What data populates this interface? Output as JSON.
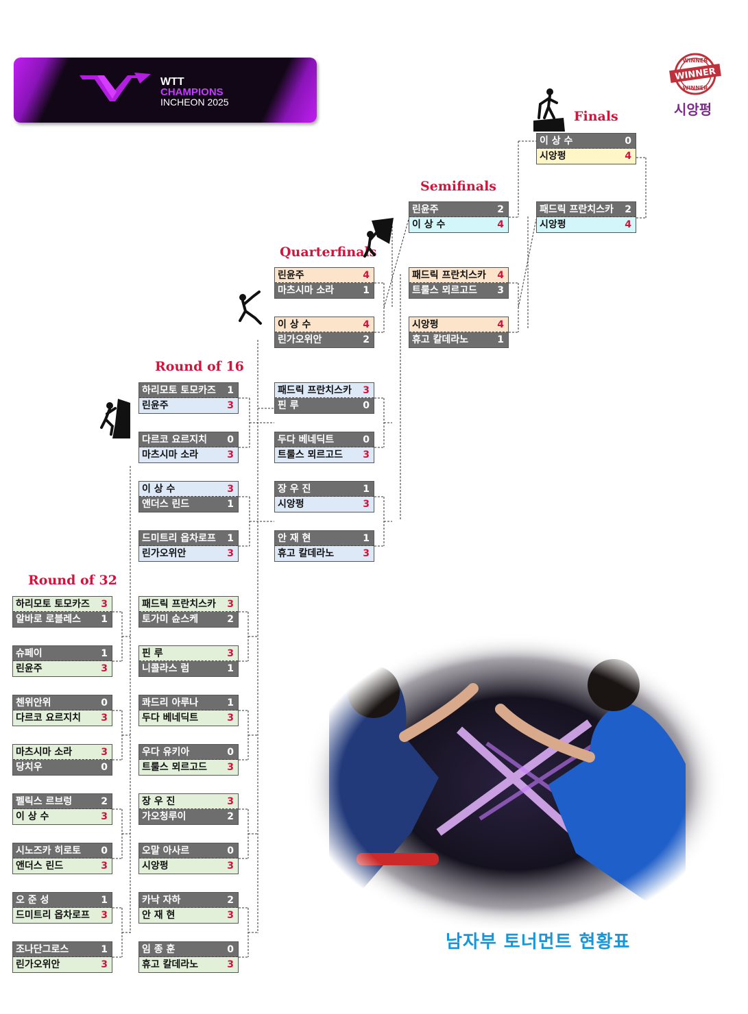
{
  "banner": {
    "line1": "WTT",
    "line2": "CHAMPIONS",
    "line3": "INCHEON 2025"
  },
  "champion": {
    "stamp_top": "WINNER",
    "stamp_mid": "WINNER",
    "stamp_bottom": "WINNER",
    "name": "시앙펑"
  },
  "rounds": {
    "r32": "Round of 32",
    "r16": "Round of 16",
    "qf": "Quarterfinals",
    "sf": "Semifinals",
    "final": "Finals"
  },
  "matches": {
    "r32": [
      {
        "p1": "하리모토 토모카즈",
        "s1": "3",
        "p2": "알바로 로블레스",
        "s2": "1",
        "winner": 1
      },
      {
        "p1": "슈페이",
        "s1": "1",
        "p2": "린윤주",
        "s2": "3",
        "winner": 2
      },
      {
        "p1": "첸위안위",
        "s1": "0",
        "p2": "다르코 요르지치",
        "s2": "3",
        "winner": 2
      },
      {
        "p1": "마츠시마 소라",
        "s1": "3",
        "p2": "당치우",
        "s2": "0",
        "winner": 1
      },
      {
        "p1": "펠릭스 르브렁",
        "s1": "2",
        "p2": "이 상 수",
        "s2": "3",
        "winner": 2
      },
      {
        "p1": "시노즈카 히로토",
        "s1": "0",
        "p2": "앤더스 린드",
        "s2": "3",
        "winner": 2
      },
      {
        "p1": "오 준 성",
        "s1": "1",
        "p2": "드미트리 옵차로프",
        "s2": "3",
        "winner": 2
      },
      {
        "p1": "조나단그로스",
        "s1": "1",
        "p2": "린가오위안",
        "s2": "3",
        "winner": 2
      },
      {
        "p1": "패드릭 프란치스카",
        "s1": "3",
        "p2": "토가미 슌스케",
        "s2": "2",
        "winner": 1
      },
      {
        "p1": "핀 루",
        "s1": "3",
        "p2": "니콜라스 럼",
        "s2": "1",
        "winner": 1
      },
      {
        "p1": "콰드리 아루나",
        "s1": "1",
        "p2": "두다 베네딕트",
        "s2": "3",
        "winner": 2
      },
      {
        "p1": "우다 유키아",
        "s1": "0",
        "p2": "트룰스 뫼르고드",
        "s2": "3",
        "winner": 2
      },
      {
        "p1": "장 우 진",
        "s1": "3",
        "p2": "가오청루이",
        "s2": "2",
        "winner": 1
      },
      {
        "p1": "오말 아사르",
        "s1": "0",
        "p2": "시앙펑",
        "s2": "3",
        "winner": 2
      },
      {
        "p1": "카낙 자하",
        "s1": "2",
        "p2": "안 재 현",
        "s2": "3",
        "winner": 2
      },
      {
        "p1": "임 종 훈",
        "s1": "0",
        "p2": "휴고 칼데라노",
        "s2": "3",
        "winner": 2
      }
    ],
    "r16": [
      {
        "p1": "하리모토 토모카즈",
        "s1": "1",
        "p2": "린윤주",
        "s2": "3",
        "winner": 2
      },
      {
        "p1": "다르코 요르지치",
        "s1": "0",
        "p2": "마츠시마 소라",
        "s2": "3",
        "winner": 2
      },
      {
        "p1": "이 상 수",
        "s1": "3",
        "p2": "앤더스 린드",
        "s2": "1",
        "winner": 1
      },
      {
        "p1": "드미트리 옵차로프",
        "s1": "1",
        "p2": "린가오위안",
        "s2": "3",
        "winner": 2
      },
      {
        "p1": "패드릭 프란치스카",
        "s1": "3",
        "p2": "핀 루",
        "s2": "0",
        "winner": 1
      },
      {
        "p1": "두다 베네딕트",
        "s1": "0",
        "p2": "트룰스 뫼르고드",
        "s2": "3",
        "winner": 2
      },
      {
        "p1": "장 우 진",
        "s1": "1",
        "p2": "시앙펑",
        "s2": "3",
        "winner": 2
      },
      {
        "p1": "안 재 현",
        "s1": "1",
        "p2": "휴고 칼데라노",
        "s2": "3",
        "winner": 2
      }
    ],
    "qf": [
      {
        "p1": "린윤주",
        "s1": "4",
        "p2": "마츠시마 소라",
        "s2": "1",
        "winner": 1
      },
      {
        "p1": "이 상 수",
        "s1": "4",
        "p2": "린가오위안",
        "s2": "2",
        "winner": 1
      },
      {
        "p1": "패드릭 프란치스카",
        "s1": "4",
        "p2": "트룰스 뫼르고드",
        "s2": "3",
        "winner": 1
      },
      {
        "p1": "시앙펑",
        "s1": "4",
        "p2": "휴고 칼데라노",
        "s2": "1",
        "winner": 1
      }
    ],
    "sf": [
      {
        "p1": "린윤주",
        "s1": "2",
        "p2": "이 상 수",
        "s2": "4",
        "winner": 2
      },
      {
        "p1": "패드릭 프란치스카",
        "s1": "2",
        "p2": "시앙펑",
        "s2": "4",
        "winner": 2
      }
    ],
    "final": [
      {
        "p1": "이 상 수",
        "s1": "0",
        "p2": "시앙펑",
        "s2": "4",
        "winner": 2
      }
    ]
  },
  "footer": "남자부 토너먼트 현황표",
  "colors": {
    "round_label": "#d0143c",
    "score_win": "#d0143c",
    "loser_row": "#6e6e6e",
    "r32_win": "#e2efd9",
    "r16_win": "#dde9f7",
    "qf_win": "#fbe4c9",
    "sf_win": "#d3f6fa",
    "final_win": "#fff6c8",
    "footer": "#1797d9",
    "champion": "#7b2a8a"
  }
}
